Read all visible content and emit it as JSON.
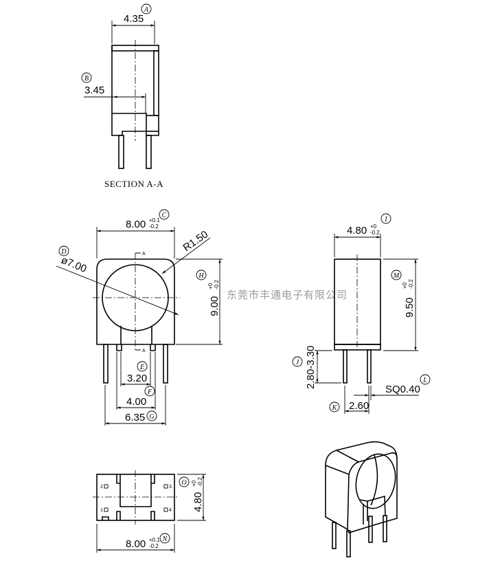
{
  "watermark": "东莞市丰通电子有限公司",
  "section_view": {
    "caption": "SECTION A-A",
    "dim_a": {
      "tag": "A",
      "value": "4.35"
    },
    "dim_b": {
      "tag": "B",
      "value": "3.45"
    }
  },
  "front_view": {
    "section_mark": "A",
    "dim_c": {
      "tag": "C",
      "value": "8.00",
      "tol_plus": "+0.1",
      "tol_minus": "-0.2"
    },
    "dim_d": {
      "tag": "D",
      "value": "ø7.00"
    },
    "dim_r": {
      "value": "R1.50"
    },
    "dim_h": {
      "tag": "H",
      "value": "9.00",
      "tol_plus": "+0",
      "tol_minus": "-0.2"
    },
    "dim_e": {
      "tag": "E",
      "value": "3.20"
    },
    "dim_f": {
      "tag": "F",
      "value": "4.00"
    },
    "dim_g": {
      "tag": "G",
      "value": "6.35"
    }
  },
  "side_view": {
    "dim_i": {
      "tag": "I",
      "value": "4.80",
      "tol_plus": "+0",
      "tol_minus": "-0.2"
    },
    "dim_m": {
      "tag": "M",
      "value": "9.50",
      "tol_plus": "+0",
      "tol_minus": "-0.2"
    },
    "dim_j": {
      "tag": "J",
      "value": "2.80-3.30"
    },
    "dim_k": {
      "tag": "K",
      "value": "2.60"
    },
    "dim_l": {
      "tag": "L",
      "value": "SQ0.40"
    }
  },
  "bottom_view": {
    "pins": [
      "1",
      "2",
      "3",
      "4"
    ],
    "dim_o": {
      "tag": "O",
      "value": "4.80",
      "tol_plus": "+0",
      "tol_minus": "-0.2"
    },
    "dim_n": {
      "tag": "N",
      "value": "8.00",
      "tol_plus": "+0.1",
      "tol_minus": "-0.2"
    }
  }
}
